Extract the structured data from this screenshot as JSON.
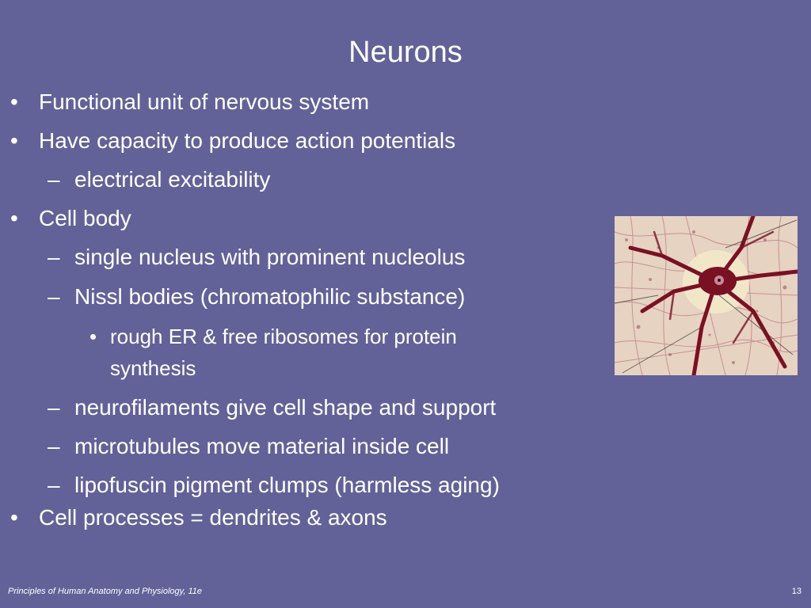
{
  "slide": {
    "title": "Neurons",
    "bullets": {
      "b1": {
        "marker": "•",
        "text": "Functional unit of nervous system"
      },
      "b2": {
        "marker": "•",
        "text": "Have capacity to produce action potentials"
      },
      "b2a": {
        "marker": "–",
        "text": "electrical excitability"
      },
      "b3": {
        "marker": "•",
        "text": "Cell body"
      },
      "b3a": {
        "marker": "–",
        "text": "single nucleus with prominent nucleolus"
      },
      "b3b": {
        "marker": "–",
        "text": "Nissl bodies (chromatophilic substance)"
      },
      "b3b1_line1": {
        "marker": "•",
        "text": "rough ER & free ribosomes for protein"
      },
      "b3b1_line2": {
        "text": "synthesis"
      },
      "b3c": {
        "marker": "–",
        "text": "neurofilaments give cell shape and support"
      },
      "b3d": {
        "marker": "–",
        "text": "microtubules move material inside cell"
      },
      "b3e": {
        "marker": "–",
        "text": "lipofuscin pigment clumps (harmless aging)"
      },
      "b4": {
        "marker": "•",
        "text": "Cell processes = dendrites & axons"
      }
    },
    "footer": "Principles of Human Anatomy and Physiology, 11e",
    "page_number": "13"
  },
  "colors": {
    "background": "#626298",
    "text": "#ffffff",
    "stain_dark": "#7a1024",
    "stain_mid": "#b34a5e",
    "tissue_bg": "#e9d7c6"
  },
  "image": {
    "icon": "neuron-micrograph-image"
  }
}
